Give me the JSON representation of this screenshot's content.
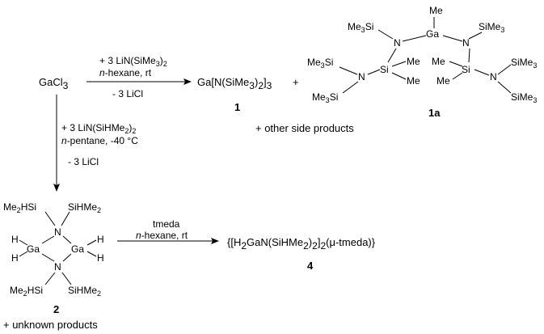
{
  "reactant": "GaCl3",
  "reaction_top": {
    "reagent": "+ 3 LiN(SiMe3)2",
    "solvent_prefix": "n",
    "solvent_rest": "-hexane, rt",
    "byproduct": "- 3 LiCl"
  },
  "product_1": {
    "formula": "Ga[N(SiMe3)2]3",
    "number": "1"
  },
  "plus": "+",
  "side_products_top": "+ other side products",
  "product_1a": {
    "number": "1a",
    "atoms": {
      "me_top": "Me",
      "ga": "Ga",
      "n_left": "N",
      "n_right": "N",
      "si_left": "Si",
      "si_right": "Si",
      "n_far_left": "N",
      "n_far_right": "N",
      "me3si_top_left": "Me3Si",
      "sime3_top_right": "SiMe3",
      "me3si_mid_left": "Me3Si",
      "me3si_bottom_left": "Me3Si",
      "sime3_mid_right": "SiMe3",
      "sime3_bottom_right": "SiMe3",
      "me_si_left_1": "Me",
      "me_si_left_2": "Me",
      "me_si_right_1": "Me",
      "me_si_right_2": "Me"
    }
  },
  "reaction_down": {
    "reagent": "+ 3 LiN(SiHMe2)2",
    "solvent_prefix": "n",
    "solvent_rest": "-pentane, -40 °C",
    "byproduct": "- 3 LiCl"
  },
  "product_2": {
    "number": "2",
    "atoms": {
      "n_top": "N",
      "n_bottom": "N",
      "ga_left": "Ga",
      "ga_right": "Ga",
      "me2hsi_top": "Me2HSi",
      "sihme2_top": "SiHMe2",
      "me2hsi_bottom": "Me2HSi",
      "sihme2_bottom": "SiHMe2",
      "h1": "H",
      "h2": "H",
      "h3": "H",
      "h4": "H"
    }
  },
  "unknown_products": "+ unknown products",
  "reaction_right": {
    "reagent": "tmeda",
    "solvent_prefix": "n",
    "solvent_rest": "-hexane, rt"
  },
  "product_4": {
    "formula": "{[H2GaN(SiHMe2)2]2(μ-tmeda)}",
    "number": "4"
  }
}
